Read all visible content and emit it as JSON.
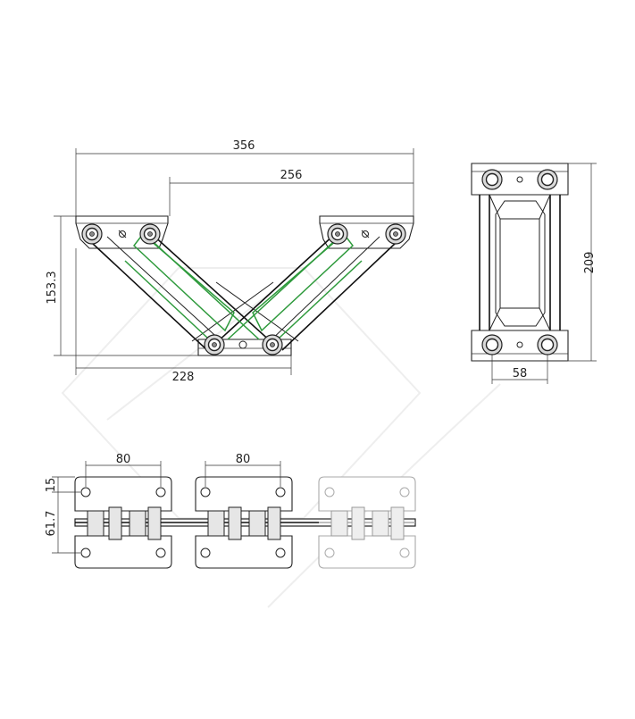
{
  "dimensions": {
    "overall_width": "356",
    "pivot_span": "256",
    "height": "153.3",
    "base_width": "228",
    "side_height": "209",
    "side_hole_span": "58",
    "plate_hole_span_1": "80",
    "plate_hole_span_2": "80",
    "plate_edge_offset": "15",
    "plate_gap": "61.7"
  },
  "colors": {
    "line": "#222222",
    "link_highlight": "#2e9a3c",
    "faded": "#aaaaaa"
  }
}
